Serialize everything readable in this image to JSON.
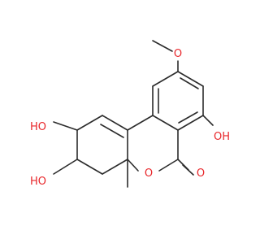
{
  "diagram": {
    "type": "chemical-structure",
    "atom_labels": {
      "oh_top": "OH",
      "ho_upper_left": "HO",
      "ho_lower_left": "HO",
      "methoxy_o": "O",
      "ring_o": "O",
      "carbonyl_o": "O",
      "methyl": ""
    },
    "colors": {
      "bond": "#2b2b2b",
      "heteroatom": "#e8262a",
      "background": "#ffffff"
    }
  }
}
